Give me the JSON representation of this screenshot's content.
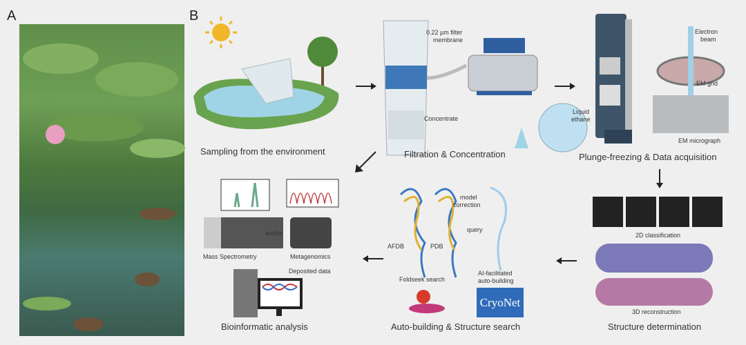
{
  "panels": {
    "a": "A",
    "b": "B"
  },
  "steps": {
    "sampling": "Sampling from the environment",
    "filtration": "Filtration & Concentration",
    "plunge": "Plunge-freezing & Data acquisition",
    "structure": "Structure determination",
    "autobuild": "Auto-building & Structure search",
    "bioinfo": "Bioinformatic analysis"
  },
  "labels": {
    "filter": "0.22 µm filter",
    "membrane": "membrane",
    "concentrate": "Concentrate",
    "electron": "Electron",
    "beam": "beam",
    "em_grid": "EM grid",
    "liquid": "Liquid",
    "ethane": "ethane",
    "em_micrograph": "EM micrograph",
    "class2d": "2D classification",
    "recon3d": "3D reconstruction",
    "model": "model",
    "correction": "correction",
    "query": "query",
    "afdb": "AFDB",
    "pdb": "PDB",
    "foldseek": "Foldseek search",
    "ai1": "AI-facilitated",
    "ai2": "auto-building",
    "cryonet": "CryoNet",
    "mass_spec": "Mass Spectrometry",
    "andor": "and/or",
    "metagenomics": "Metagenomics",
    "deposited": "Deposited data"
  },
  "colors": {
    "bg": "#efefef",
    "blue": "#3a6fb0",
    "water": "#9fd4e6",
    "green": "#5c9a4a",
    "purple": "#6d6aa8",
    "pink": "#b56a9a"
  }
}
